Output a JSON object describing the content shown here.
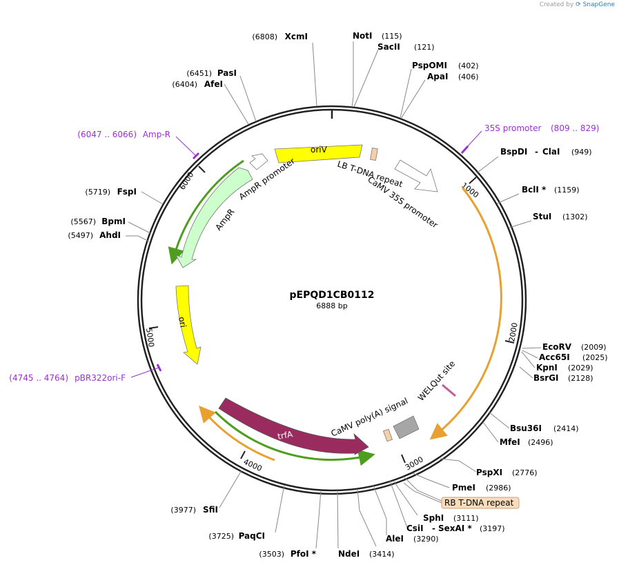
{
  "credit": {
    "prefix": "Created by",
    "brand": "SnapGene"
  },
  "plasmid": {
    "name": "pEPQD1CB0112",
    "length_label": "6888 bp",
    "length": 6888
  },
  "ticks": [
    {
      "pos": 1000,
      "label": "1000"
    },
    {
      "pos": 2000,
      "label": "2000"
    },
    {
      "pos": 3000,
      "label": "3000"
    },
    {
      "pos": 4000,
      "label": "4000"
    },
    {
      "pos": 5000,
      "label": "5000"
    },
    {
      "pos": 6000,
      "label": "6000"
    }
  ],
  "enzymes": [
    {
      "name": "NotI",
      "pos": "(115)",
      "site": 115
    },
    {
      "name": "SacII",
      "pos": "(121)",
      "site": 121
    },
    {
      "name": "PspOMI",
      "pos": "(402)",
      "site": 402
    },
    {
      "name": "ApaI",
      "pos": "(406)",
      "site": 406
    },
    {
      "name": "BspDI",
      "sep": "-",
      "name2": "ClaI",
      "pos": "(949)",
      "site": 949
    },
    {
      "name": "BclI *",
      "pos": "(1159)",
      "site": 1159
    },
    {
      "name": "StuI",
      "pos": "(1302)",
      "site": 1302
    },
    {
      "name": "EcoRV",
      "pos": "(2009)",
      "site": 2009
    },
    {
      "name": "Acc65I",
      "pos": "(2025)",
      "site": 2025
    },
    {
      "name": "KpnI",
      "pos": "(2029)",
      "site": 2029
    },
    {
      "name": "BsrGI",
      "pos": "(2128)",
      "site": 2128
    },
    {
      "name": "Bsu36I",
      "pos": "(2414)",
      "site": 2414
    },
    {
      "name": "MfeI",
      "pos": "(2496)",
      "site": 2496
    },
    {
      "name": "PspXI",
      "pos": "(2776)",
      "site": 2776
    },
    {
      "name": "PmeI",
      "pos": "(2986)",
      "site": 2986
    },
    {
      "name": "SphI",
      "pos": "(3111)",
      "site": 3111
    },
    {
      "name": "CsiI",
      "sep": "-",
      "name2": "SexAI *",
      "pos": "(3197)",
      "site": 3197
    },
    {
      "name": "AleI",
      "pos": "(3290)",
      "site": 3290
    },
    {
      "name": "NdeI",
      "pos": "(3414)",
      "site": 3414
    },
    {
      "name": "PfoI *",
      "pos": "(3503)",
      "site": 3503
    },
    {
      "name": "PaqCI",
      "pos": "(3725)",
      "site": 3725
    },
    {
      "name": "SfiI",
      "pos": "(3977)",
      "site": 3977
    },
    {
      "name": "AhdI",
      "pos": "(5497)",
      "site": 5497
    },
    {
      "name": "BpmI",
      "pos": "(5567)",
      "site": 5567
    },
    {
      "name": "FspI",
      "pos": "(5719)",
      "site": 5719
    },
    {
      "name": "AfeI",
      "pos": "(6404)",
      "site": 6404
    },
    {
      "name": "PasI",
      "pos": "(6451)",
      "site": 6451
    },
    {
      "name": "XcmI",
      "pos": "(6808)",
      "site": 6808
    }
  ],
  "primers": [
    {
      "name": "35S promoter",
      "range": "(809 .. 829)",
      "start": 809,
      "end": 829
    },
    {
      "name": "pBR322ori-F",
      "range": "(4745 .. 4764)",
      "start": 4745,
      "end": 4764
    },
    {
      "name": "Amp-R",
      "range": "(6047 .. 6066)",
      "start": 6047,
      "end": 6066
    }
  ],
  "features": [
    {
      "label": "oriV",
      "color": "#ffff00"
    },
    {
      "label": "LB T-DNA repeat",
      "color": "#f5cfa5"
    },
    {
      "label": "CaMV 35S promoter",
      "color": "#ffffff"
    },
    {
      "label": "AmpR promoter",
      "color": "#ffffff"
    },
    {
      "label": "AmpR",
      "color": "#ccffcc"
    },
    {
      "label": "ori",
      "color": "#ffff00"
    },
    {
      "label": "trfA",
      "color": "#992b5e"
    },
    {
      "label": "CaMV poly(A) signal",
      "color": "#a6a6a6"
    },
    {
      "label": "WELQut site",
      "color": "#c06090"
    },
    {
      "label": "RB T-DNA repeat",
      "color": "#f9dcbc"
    }
  ],
  "colors": {
    "orf_orange": "#e8a030",
    "orf_green": "#4c9e1c",
    "primer": "#9b30d0",
    "backbone": "#222222"
  }
}
